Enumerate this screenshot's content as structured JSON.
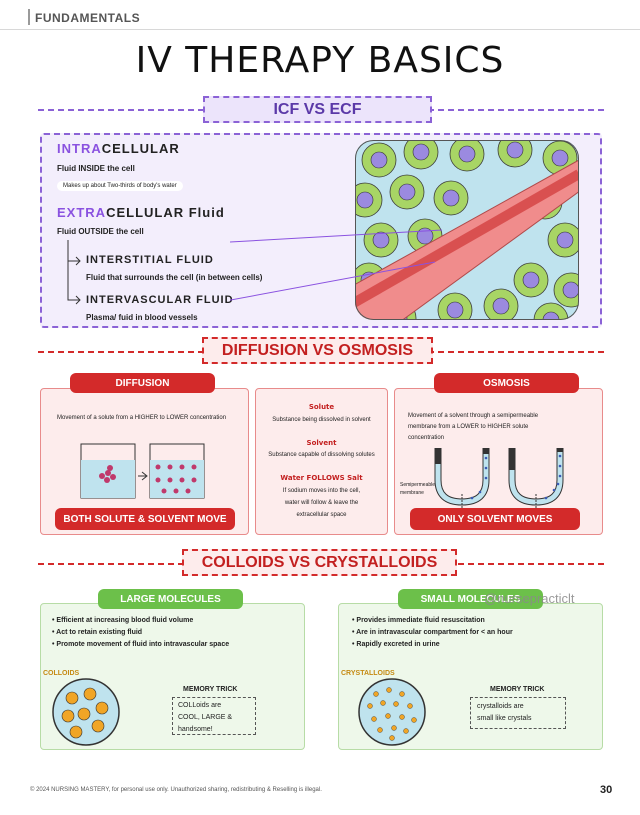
{
  "header": {
    "section": "FUNDAMENTALS"
  },
  "title": "IV THERAPY BASICS",
  "icf_ecf": {
    "heading": "ICF VS ECF",
    "intra_prefix": "INTRA",
    "intra_suffix": "CELLULAR",
    "intra_desc": "Fluid INSIDE the cell",
    "intra_note": "Makes up about Two-thirds of body's water",
    "extra_prefix": "EXTRA",
    "extra_suffix": "CELLULAR Fluid",
    "extra_desc": "Fluid OUTSIDE the cell",
    "interstitial_title": "INTERSTITIAL FLUID",
    "interstitial_desc": "Fluid that surrounds the cell (in between cells)",
    "intravascular_title": "INTERVASCULAR FLUID",
    "intravascular_desc": "Plasma/ fuid in blood vessels"
  },
  "diffusion_osmosis": {
    "heading": "DIFFUSION VS OSMOSIS",
    "diffusion": {
      "label": "DIFFUSION",
      "desc": "Movement of a solute from a HIGHER to LOWER concentration",
      "footer": "BOTH SOLUTE & SOLVENT MOVE"
    },
    "middle": {
      "solute_title": "Solute",
      "solute_desc": "Substance being dissolved in solvent",
      "solvent_title": "Solvent",
      "solvent_desc": "Substance capable of dissolving solutes",
      "water_title": "Water FOLLOWS Salt",
      "water_desc_1": "If sodium moves into the cell,",
      "water_desc_2": "water will follow & leave the",
      "water_desc_3": "extracellular space"
    },
    "osmosis": {
      "label": "OSMOSIS",
      "desc_1": "Movement of a solvent through a semipermeable",
      "desc_2": "membrane from a LOWER to HIGHER solute",
      "desc_3": "concentration",
      "membrane_1": "Semipermeable",
      "membrane_2": "membrane",
      "footer": "ONLY SOLVENT MOVES"
    }
  },
  "colloids_crystalloids": {
    "heading": "COLLOIDS VS CRYSTALLOIDS",
    "colloids": {
      "label": "LARGE MOLECULES",
      "bullets": [
        "Efficient at increasing blood fluid volume",
        "Act to retain existing fluid",
        "Promote movement of fluid into intravascular space"
      ],
      "name": "COLLOIDS",
      "trick_title": "MEMORY TRICK",
      "trick_1": "COLLoids are",
      "trick_2": "COOL, LARGE &",
      "trick_3": "handsome!"
    },
    "crystalloids": {
      "label": "SMALL MOLECULES",
      "bullets": [
        "Provides immediate fluid resuscitation",
        "Are in intravascular compartment for < an hour",
        "Rapidly excreted in urine"
      ],
      "name": "CRYSTALLOIDS",
      "trick_title": "MEMORY TRICK",
      "trick_1": "crystalloids are",
      "trick_2": "small like crystals"
    },
    "watermark": "@nursepracticlt"
  },
  "footer": {
    "copyright": "© 2024 NURSING MASTERY, for personal use only. Unauthorized sharing, redistributing & Reselling is illegal.",
    "page": "30"
  },
  "colors": {
    "purple": "#7b4fd0",
    "red": "#d32a2a",
    "green": "#6cc04a",
    "lavender_bg": "#f3eefc",
    "pink_bg": "#fdecec",
    "mint_bg": "#eef8ea"
  }
}
